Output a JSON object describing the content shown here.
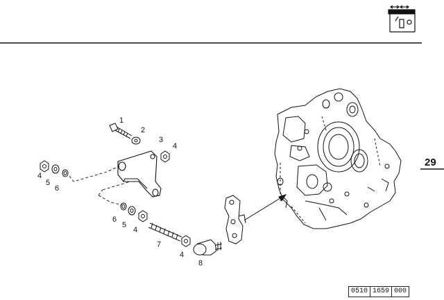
{
  "page": {
    "section_number": "29",
    "reference": {
      "part1": "0510",
      "part2": "1659",
      "part3": "000"
    }
  },
  "icons": {
    "corner_icon": "engine-mount-adjust-icon"
  },
  "callouts": [
    {
      "id": "c1",
      "text": "1"
    },
    {
      "id": "c2",
      "text": "2"
    },
    {
      "id": "c3",
      "text": "3"
    },
    {
      "id": "c4a",
      "text": "4"
    },
    {
      "id": "c4b",
      "text": "4"
    },
    {
      "id": "c5a",
      "text": "5"
    },
    {
      "id": "c6a",
      "text": "6"
    },
    {
      "id": "c6b",
      "text": "6"
    },
    {
      "id": "c5b",
      "text": "5"
    },
    {
      "id": "c4c",
      "text": "4"
    },
    {
      "id": "c7",
      "text": "7"
    },
    {
      "id": "c4d",
      "text": "4"
    },
    {
      "id": "c8",
      "text": "8"
    }
  ]
}
